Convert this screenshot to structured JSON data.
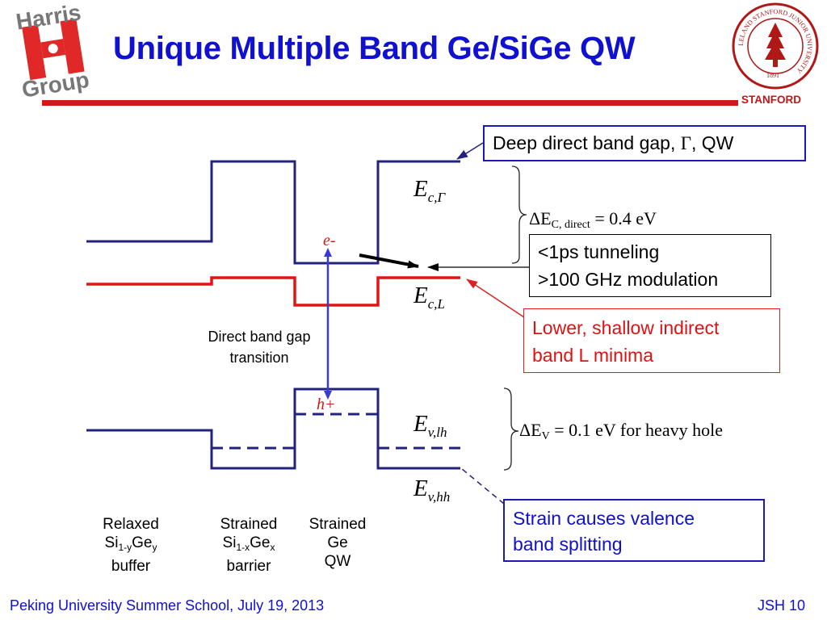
{
  "slide": {
    "title": "Unique Multiple Band Ge/SiGe QW",
    "harris_logo": {
      "word1": "Harris",
      "word2": "Group"
    },
    "stanford": {
      "label": "STANFORD",
      "seal_text": "LELAND STANFORD JUNIOR UNIVERSITY",
      "seal_year": "1891"
    },
    "footer": {
      "left": "Peking University Summer School, July 19, 2013",
      "right": "JSH 10"
    },
    "colors": {
      "title": "#1010d0",
      "accent_red": "#d41818",
      "band_blue": "#23237f",
      "band_red": "#e01515",
      "arrow_blue": "#3a3ad0"
    }
  },
  "diagram": {
    "callouts": {
      "deep_gap": {
        "prefix": "Deep direct band gap, ",
        "symbol": "Γ",
        "suffix": ", QW"
      },
      "tunneling": {
        "line1": "<1ps tunneling",
        "line2": ">100 GHz modulation"
      },
      "lower_minima": {
        "line1": "Lower, shallow indirect",
        "line2": "band L minima"
      },
      "strain": {
        "line1": "Strain causes valence",
        "line2": "band splitting"
      }
    },
    "energy_labels": {
      "ec_gamma": {
        "main": "E",
        "sub": "c,Γ"
      },
      "ec_l": {
        "main": "E",
        "sub": "c,L"
      },
      "ev_lh": {
        "main": "E",
        "sub": "v,lh"
      },
      "ev_hh": {
        "main": "E",
        "sub": "v,hh"
      }
    },
    "carriers": {
      "electron": "e-",
      "hole": "h+"
    },
    "deltas": {
      "ec_direct": {
        "delta": "Δ",
        "main": "E",
        "sub": "C, direct",
        "value": " = 0.4 eV"
      },
      "ev": {
        "delta": "Δ",
        "main": "E",
        "sub": "V",
        "value": " = 0.1 eV for heavy hole"
      }
    },
    "transition_label": {
      "line1": "Direct band gap",
      "line2": "transition"
    },
    "layers": [
      {
        "line1": "Relaxed",
        "base1": "Si",
        "sub1": "1-y",
        "base2": "Ge",
        "sub2": "y",
        "line3": "buffer"
      },
      {
        "line1": "Strained",
        "base1": "Si",
        "sub1": "1-x",
        "base2": "Ge",
        "sub2": "x",
        "line3": "barrier"
      },
      {
        "line1": "Strained",
        "base1": "Ge",
        "sub1": "",
        "base2": "",
        "sub2": "",
        "line3": "QW"
      }
    ]
  }
}
